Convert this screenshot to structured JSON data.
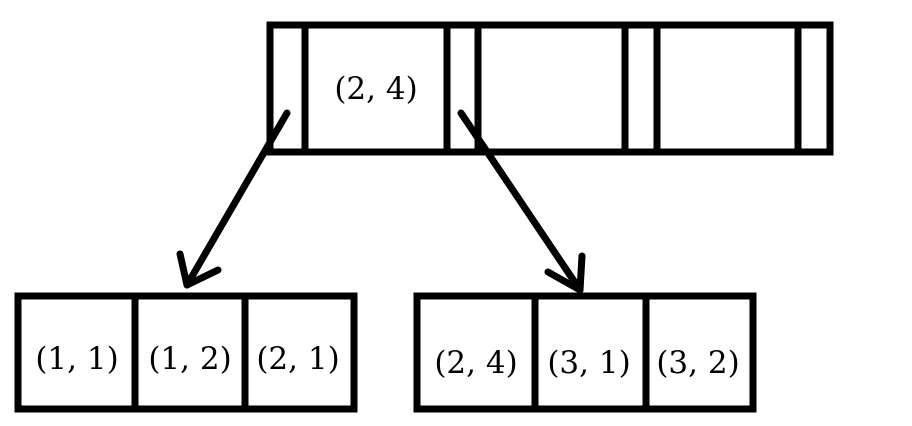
{
  "root_node": {
    "keys": [
      "(2, 4)",
      "",
      ""
    ]
  },
  "left_child": {
    "keys": [
      "(1, 1)",
      "(1, 2)",
      "(2, 1)"
    ]
  },
  "right_child": {
    "keys": [
      "(2, 4)",
      "(3, 1)",
      "(3, 2)"
    ]
  },
  "colors": {
    "stroke": "#000000",
    "background": "#ffffff"
  }
}
